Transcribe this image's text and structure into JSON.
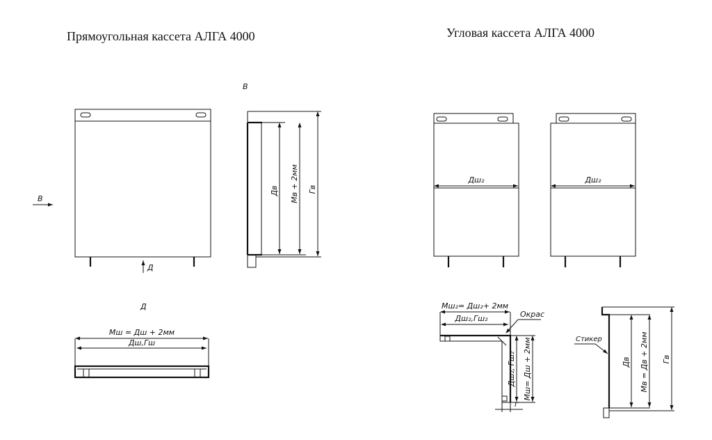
{
  "titles": {
    "rect_cassette": "Прямоугольная кассета АЛГА 4000",
    "corner_cassette": "Угловая кассета АЛГА 4000"
  },
  "labels": {
    "view_b": "В",
    "arrow_b": "В",
    "arrow_d": "Д",
    "view_d": "Д",
    "dv": "Дв",
    "mv_plus": "Мв + 2мм",
    "gv": "Гв",
    "msh_formula": "Мш = Дш + 2мм",
    "dsh_gsh": "Дш,Гш",
    "dsh2_left": "Дш₂",
    "dsh2_right": "Дш₂",
    "msh2_formula": "Мш₂= Дш₂+ 2мм",
    "okras": "Окрас",
    "dsh2_gsh2_top": "Дш₂,Гш₂",
    "dsh2_gsh2_side": "Дш₂, Гш₂",
    "msh_dsh_plus": "Мш= Дш + 2мм",
    "g_small": "г",
    "stiker": "Стикер",
    "dv2": "Дв",
    "mv_dv_plus": "Мв = Дв + 2мм",
    "gv2": "Гв"
  }
}
